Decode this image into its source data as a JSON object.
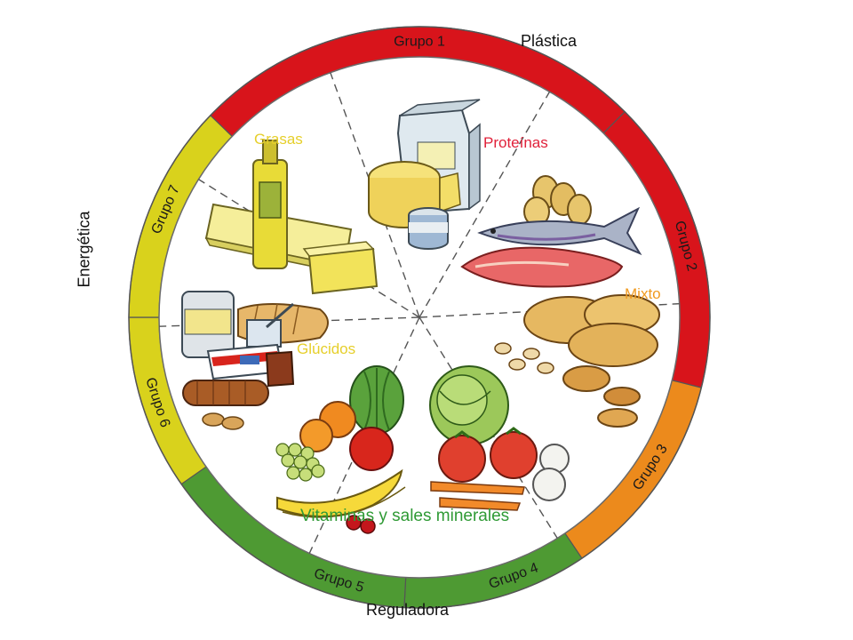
{
  "functions": {
    "top": "Plástica",
    "left": "Energética",
    "bottom": "Reguladora"
  },
  "groups": [
    {
      "label": "Grupo 1",
      "color": "#d8141b"
    },
    {
      "label": "Grupo 2",
      "color": "#d8141b"
    },
    {
      "label": "Grupo 3",
      "color": "#ec8a1c"
    },
    {
      "label": "Grupo 4",
      "color": "#4e9a33"
    },
    {
      "label": "Grupo 5",
      "color": "#4e9a33"
    },
    {
      "label": "Grupo 6",
      "color": "#d9d21c"
    },
    {
      "label": "Grupo 7",
      "color": "#d9d21c"
    }
  ],
  "categories": [
    {
      "label": "Proteínas",
      "color": "#e0213a"
    },
    {
      "label": "Mixto",
      "color": "#f09a1f"
    },
    {
      "label": "Vitaminas y sales minerales",
      "color": "#2f9a35"
    },
    {
      "label": "Glúcidos",
      "color": "#e6cf2b"
    },
    {
      "label": "Grasas",
      "color": "#e6cf2b"
    }
  ]
}
